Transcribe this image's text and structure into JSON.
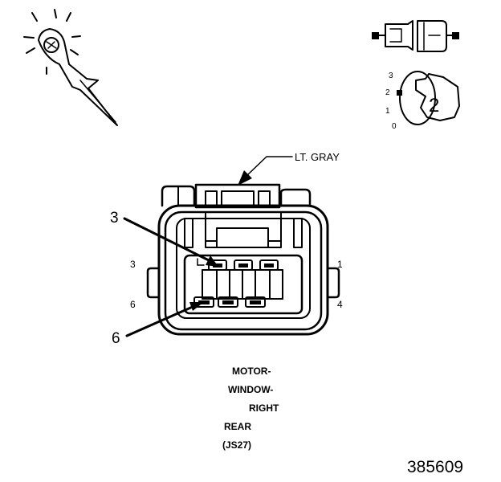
{
  "color_label": "LT. GRAY",
  "callouts": {
    "pin3": "3",
    "pin6": "6"
  },
  "pin_numbers": {
    "top_left": "3",
    "top_right": "1",
    "bottom_left": "6",
    "bottom_right": "4"
  },
  "terminal_position_icon": {
    "numbers": [
      "3",
      "2",
      "1",
      "0"
    ],
    "selected": "2"
  },
  "component_name_lines": [
    "MOTOR-",
    "WINDOW-",
    "RIGHT",
    "REAR",
    "(JS27)"
  ],
  "figure_number": "385609"
}
